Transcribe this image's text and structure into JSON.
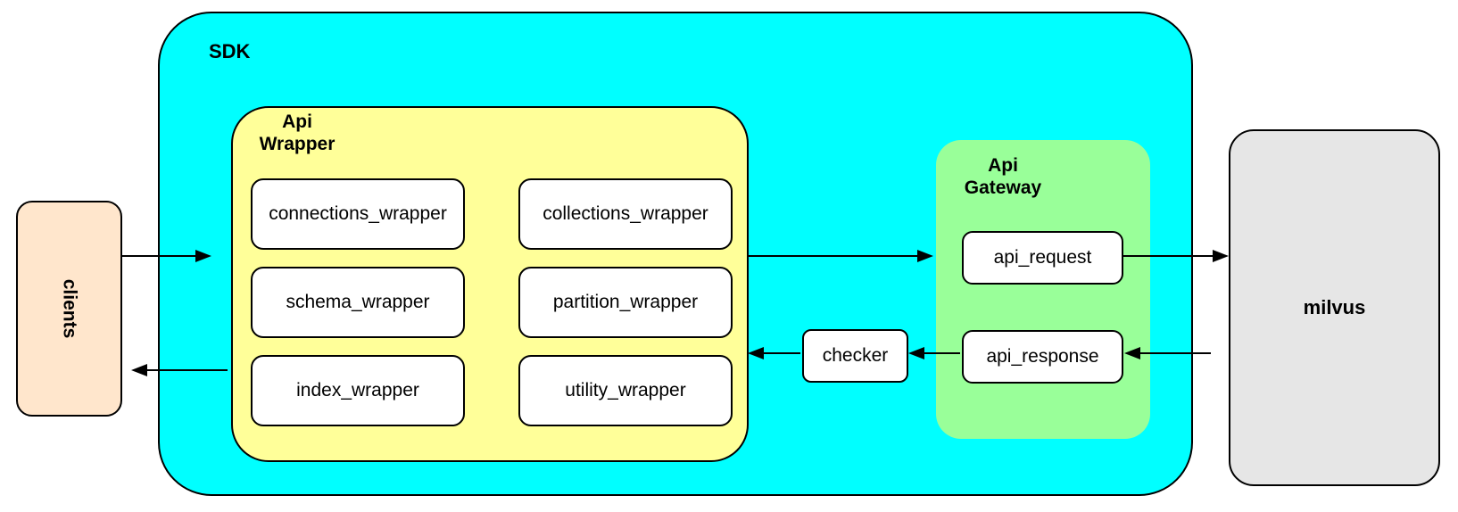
{
  "diagram": {
    "clients": "clients",
    "sdk_label": "SDK",
    "api_wrapper": {
      "line1": "Api",
      "line2": "Wrapper"
    },
    "wrapper_boxes": [
      "connections_wrapper",
      "collections_wrapper",
      "schema_wrapper",
      "partition_wrapper",
      "index_wrapper",
      "utility_wrapper"
    ],
    "checker": "checker",
    "api_gateway": {
      "line1": "Api",
      "line2": "Gateway"
    },
    "gateway_boxes": [
      "api_request",
      "api_response"
    ],
    "milvus": "milvus",
    "flows": [
      {
        "from": "clients",
        "to": "api_wrapper"
      },
      {
        "from": "api_wrapper",
        "to": "api_gateway"
      },
      {
        "from": "api_request",
        "to": "milvus"
      },
      {
        "from": "milvus",
        "to": "api_response"
      },
      {
        "from": "api_response",
        "to": "checker"
      },
      {
        "from": "checker",
        "to": "api_wrapper"
      },
      {
        "from": "api_wrapper",
        "to": "clients"
      }
    ],
    "colors": {
      "sdk": "#00FFFF",
      "wrapper": "#FFFF99",
      "gateway": "#99FF99",
      "clients": "#FFE6CC",
      "milvus": "#E6E6E6",
      "node": "#FFFFFF",
      "stroke": "#000000"
    }
  }
}
